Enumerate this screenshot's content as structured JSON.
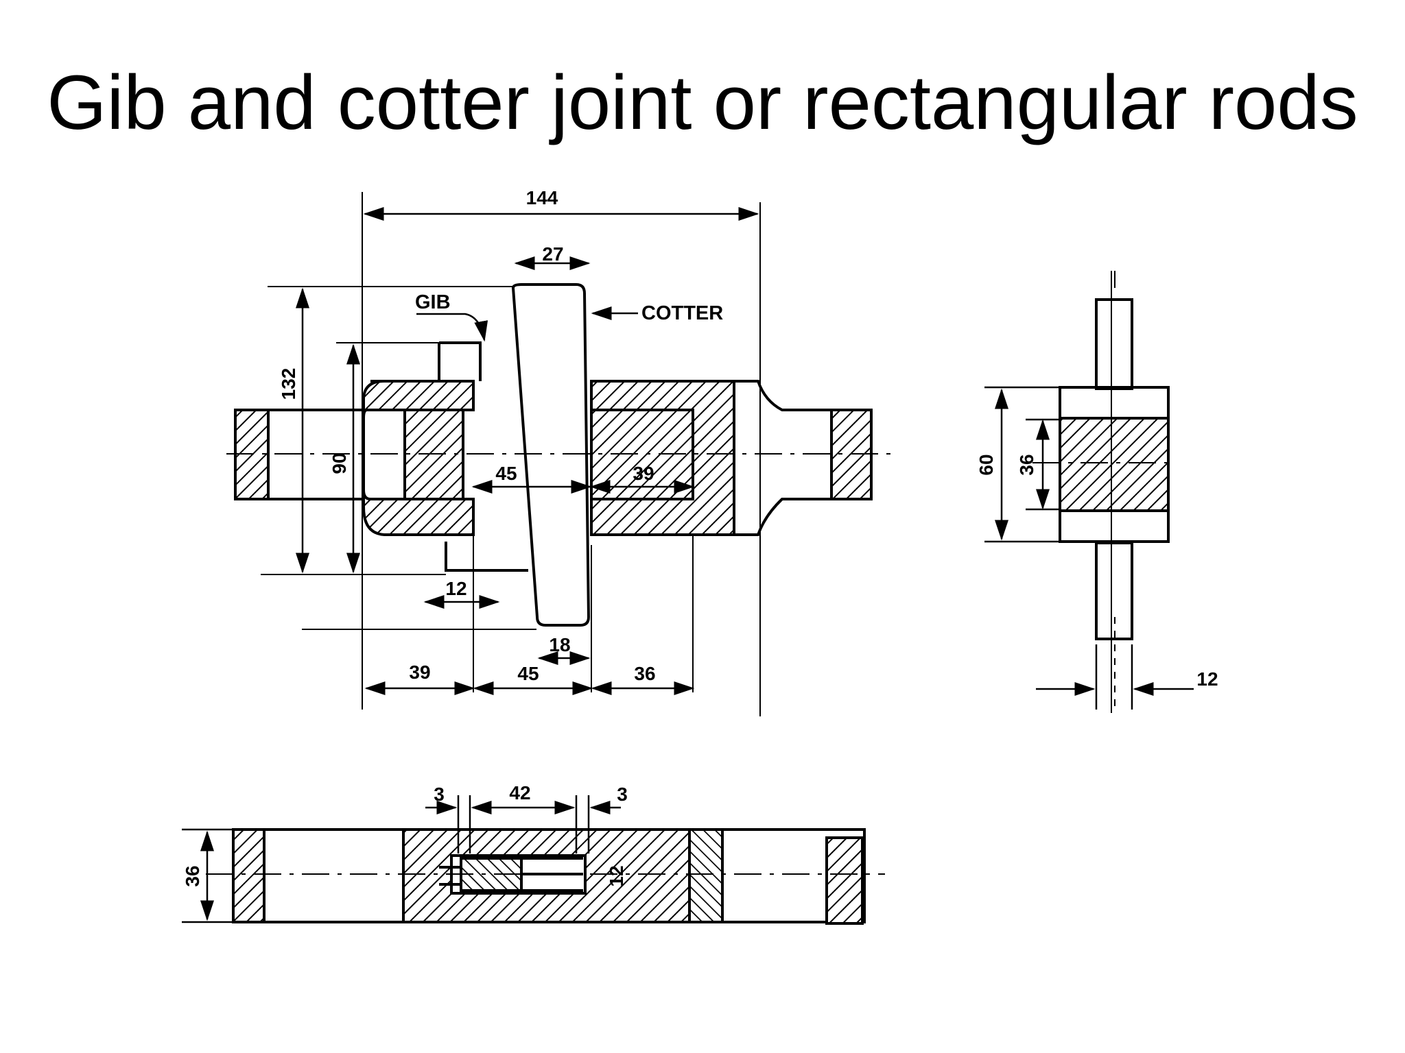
{
  "title": "Gib and cotter joint or rectangular rods",
  "labels": {
    "gib": "GIB",
    "cotter": "COTTER"
  },
  "dimensions": {
    "overall_length": "144",
    "cotter_width_top": "27",
    "overall_height": "132",
    "strap_height": "90",
    "gib_offset": "45",
    "socket_inner": "39",
    "gib_thickness": "12",
    "cotter_width_bottom": "18",
    "bottom_left": "39",
    "bottom_mid": "45",
    "bottom_right": "36",
    "side_height": "60",
    "side_inner": "36",
    "side_width": "12",
    "plan_gap_left": "3",
    "plan_slot": "42",
    "plan_gap_right": "3",
    "plan_height": "36",
    "plan_cotter": "12"
  }
}
